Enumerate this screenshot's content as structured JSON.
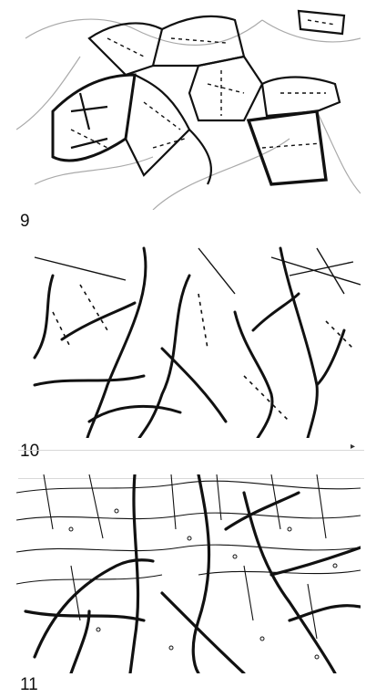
{
  "figures": [
    {
      "number": "9"
    },
    {
      "number": "10"
    },
    {
      "number": "11"
    }
  ]
}
